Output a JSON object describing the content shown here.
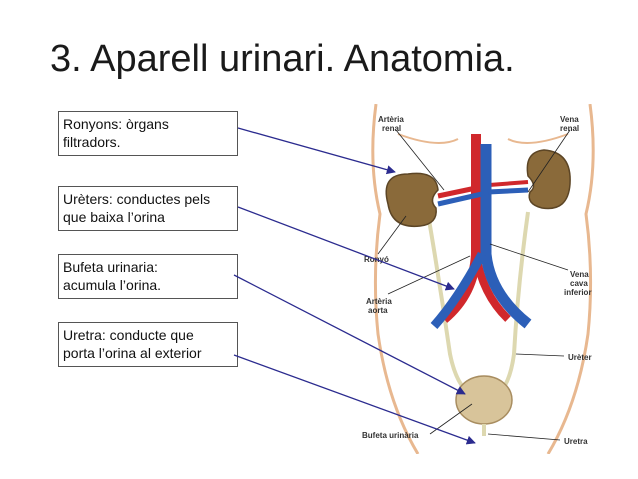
{
  "title": "3. Aparell urinari. Anatomia.",
  "callouts": [
    {
      "line1": "Ronyons: òrgans",
      "line2": "filtradors."
    },
    {
      "line1": "Urèters: conductes pels",
      "line2": "que baixa l’orina"
    },
    {
      "line1": "Bufeta urinaria:",
      "line2": "acumula l’orina."
    },
    {
      "line1": "Uretra: conducte que",
      "line2": "porta l’orina al exterior"
    }
  ],
  "figure_labels": {
    "arteria_renal_1": "Artèria",
    "arteria_renal_2": "renal",
    "vena_renal_1": "Vena",
    "vena_renal_2": "renal",
    "ronyo": "Ronyó",
    "arteria_aorta_1": "Artèria",
    "arteria_aorta_2": "aorta",
    "vena_cava_1": "Vena",
    "vena_cava_2": "cava",
    "vena_cava_3": "inferior",
    "ureter": "Urèter",
    "bufeta": "Bufeta urinària",
    "uretra": "Uretra"
  },
  "colors": {
    "pointer": "#2b2b8f",
    "kidney": "#8a6a3a",
    "artery": "#d0282c",
    "vein": "#2c5fb8",
    "ureter": "#ddd8b0",
    "bladder": "#d8c49a",
    "skin": "#e8b890"
  }
}
